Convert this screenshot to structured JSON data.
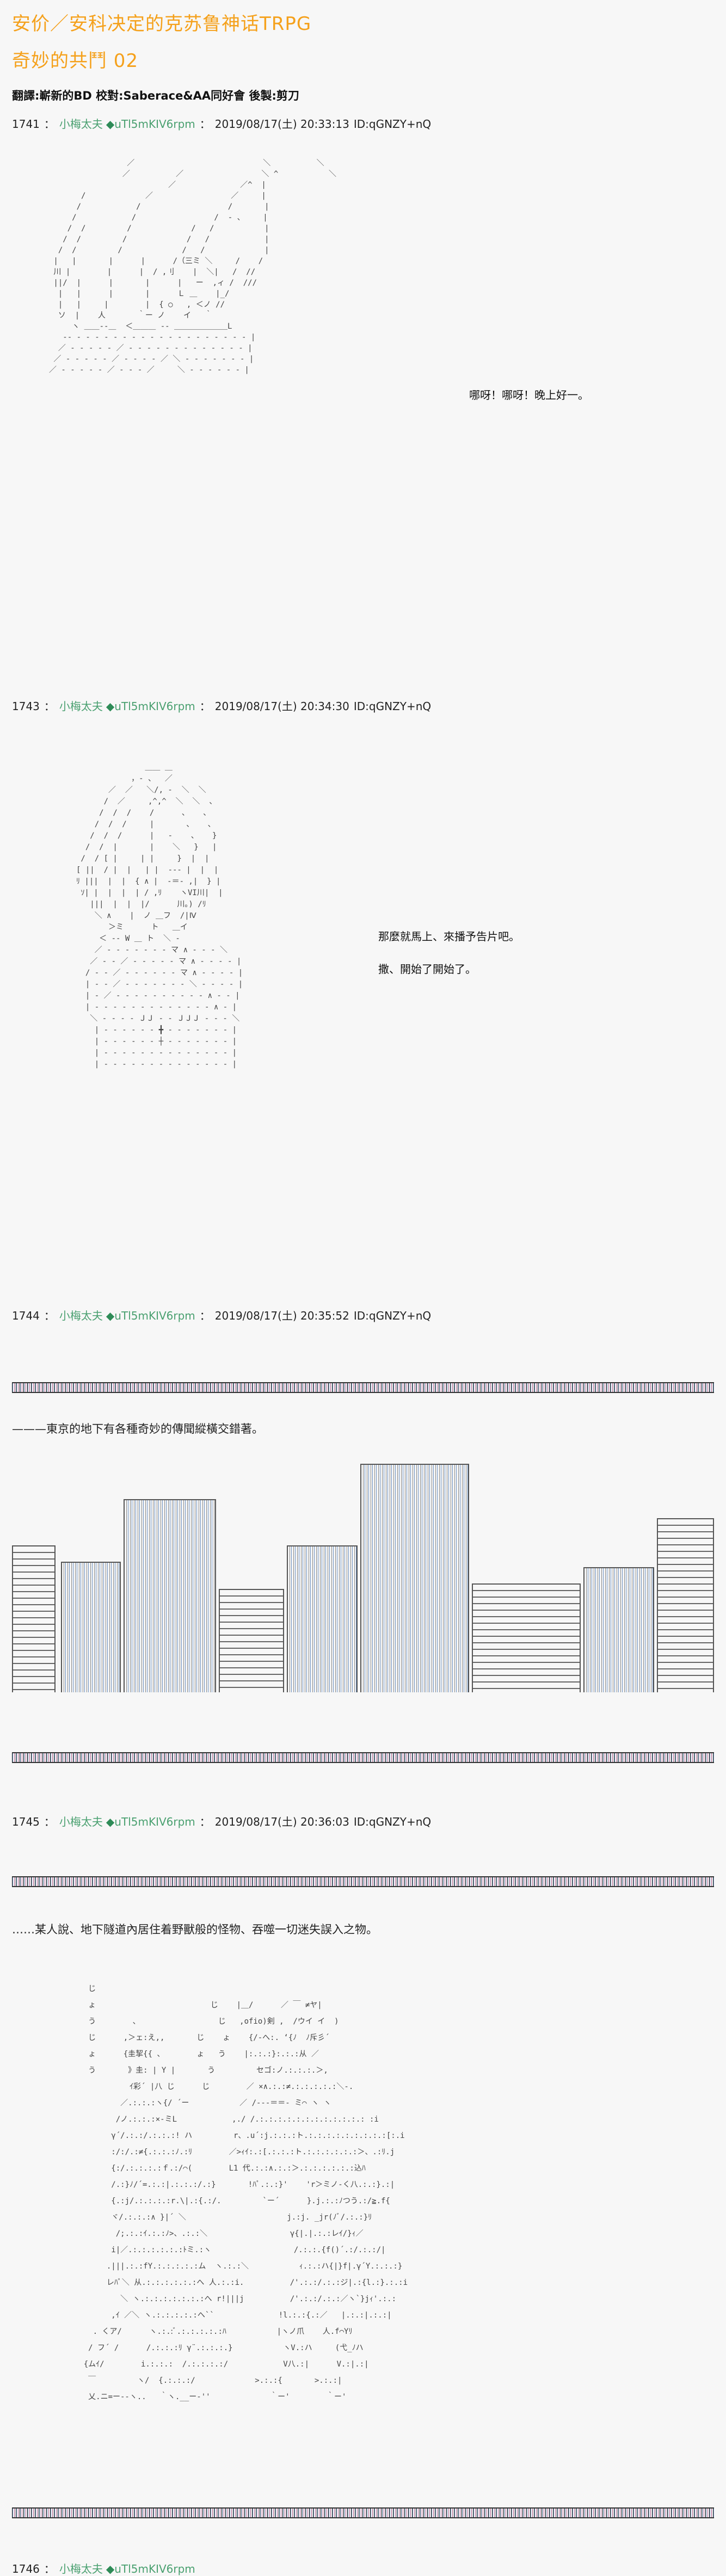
{
  "header": {
    "title_line1": "安价／安科决定的克苏鲁神话TRPG",
    "title_line2": "奇妙的共鬥 02",
    "credits": "翻譯:嶄新的BD 校對:Saberace&AA同好會 後製:剪刀"
  },
  "colors": {
    "background": "#f7f7f7",
    "title": "#f5a11c",
    "poster_name": "#4aa070",
    "trip_diamond": "#2e8b57",
    "text": "#111111"
  },
  "posts": [
    {
      "number": "1741",
      "name": "小梅太夫",
      "trip_icon": "diamond-icon",
      "trip_symbol": "◆",
      "trip": "uTl5mKIV6rpm",
      "date": "2019/08/17(土) 20:33:13",
      "id": "ID:qGNZY+nQ",
      "speech": [
        "哪呀！哪呀！晚上好一。"
      ]
    },
    {
      "number": "1743",
      "name": "小梅太夫",
      "trip_icon": "diamond-icon",
      "trip_symbol": "◆",
      "trip": "uTl5mKIV6rpm",
      "date": "2019/08/17(土) 20:34:30",
      "id": "ID:qGNZY+nQ",
      "speech": [
        "那麼就馬上、來播予告片吧。",
        "撒、開始了開始了。"
      ]
    },
    {
      "number": "1744",
      "name": "小梅太夫",
      "trip_icon": "diamond-icon",
      "trip_symbol": "◆",
      "trip": "uTl5mKIV6rpm",
      "date": "2019/08/17(土) 20:35:52",
      "id": "ID:qGNZY+nQ",
      "narration": "———東京的地下有各種奇妙的傳聞縱橫交錯著。"
    },
    {
      "number": "1745",
      "name": "小梅太夫",
      "trip_icon": "diamond-icon",
      "trip_symbol": "◆",
      "trip": "uTl5mKIV6rpm",
      "date": "2019/08/17(土) 20:36:03",
      "id": "ID:qGNZY+nQ",
      "narration": "‥‥‥某人說、地下隧道內居住着野獸般的怪物、吞噬一切迷失誤入之物。"
    }
  ],
  "ascii_art": {
    "art1": "                 ／                            ＼          ＼\n                ／          ／                 ＼ ^           ＼\n                          ／              ／^  |\n       /             ／                 ／     |\n      /            /                   /       |\n     /            /                 /  ‐ 、    |\n    /  /         /             /   /           |\n   /  /         /             /   /            |\n  /  /         /             /   /             |\n |   |       |      |      /（三ミ ＼     /    /\n 川 |        |      |  / ,刂    |  ＼|   /  //\n ||/  |      |       |      |   ー  ,ィ /  ///\n  |   |      |       |      Ｌ ＿    |_/\n  |   |     |        |  { ○   , ＜ノ //\n  ソ  |    人       ｀ー ノ    イ   ｀\n     ヽ ＿＿‐-＿  ＜＿＿＿ -‐ ＿＿＿＿＿＿＿L\n   -‐ ‐ ‐ ‐ ‐ ‐ ‐ ‐ ‐ ‐ ‐ ‐ ‐ ‐ ‐ ‐ ‐ ‐ ‐ ‐ |\n  ／ ‐ ‐ ‐ ‐ ‐ ／ ‐ ‐ ‐ ‐ ‐ ‐ ‐ ‐ ‐ ‐ ‐ ‐ ‐ |\n ／ ‐ ‐ ‐ ‐ ‐ ／ ‐ ‐ ‐ ‐ ／ ＼ ‐ ‐ ‐ ‐ ‐ ‐ ‐ |\n／ ‐ ‐ ‐ ‐ ‐ ／ ‐ ‐ ‐ ／     ＼ ‐ ‐ ‐ ‐ ‐ ‐ |",
    "art2": "               ＿＿ ＿      \n            ，- 、  ／\n       ／  ／   ＼/, -  ＼  ＼\n      /  ／     ,^,^  ＼  ＼  、\n     /  /  /    /      、   、\n    /  /  /     |       、   、\n   /  /  /      |   -    、   }\n  /  /  |       |    ＼   }   |\n /  / [ |     | |     }  |  |\n[ ||  / |  |   | |  ‐-‐ |  |  |\nﾘ |||  |  |  { ∧ |  ‐＝‐ ,|  } |\n ｿ| |  |  |  | / ,ﾘ    ヽVI川|  |\n   |||  |  |  |/      川｡) /ﾘ\n    ＼ ∧    |  ノ ＿フ  /|Ⅳ\n       ＞ミ      ト   ＿イ\n     ＜ ‐‐ W ＿ ト  ＼ ‐\n    ／ ‐ ‐ ‐ ‐ ‐ ‐ ‐ マ ∧ ‐ ‐ ‐ ＼\n   ／ ‐ ‐ ／ ‐ ‐ ‐ ‐ ‐ マ ∧ ‐ ‐ ‐ ‐ |\n  / ‐ ‐ ／ ‐ ‐ ‐ ‐ ‐ ‐ マ ∧ ‐ ‐ ‐ ‐ |\n  | ‐ ‐ ／ ‐ ‐ ‐ ‐ ‐ ‐ ‐ ＼ ‐ ‐ ‐ ‐ |\n  | ‐ ／ ‐ ‐ ‐ ‐ ‐ ‐ ‐ ‐ ‐ ‐ ∧ ‐ ‐ |\n  | ‐ ‐ ‐ ‐ ‐ ‐ ‐ ‐ ‐ ‐ ‐ ‐ ‐ ∧ ‐ |\n   ＼ ‐ ‐ ‐ ‐ ＪＪ ‐ ‐ ＪＪＪ ‐ ‐ ‐ ＼\n    | ‐ ‐ ‐ ‐ ‐ ‐ ╋ ‐ ‐ ‐ ‐ ‐ ‐ ‐ |\n    | ‐ ‐ ‐ ‐ ‐ ‐ ┼ ‐ ‐ ‐ ‐ ‐ ‐ ‐ |\n    | ‐ ‐ ‐ ‐ ‐ ‐ ‐ ‐ ‐ ‐ ‐ ‐ ‐ ‐ |\n    | ‐ ‐ ‐ ‐ ‐ ‐ ‐ ‐ ‐ ‐ ‐ ‐ ‐ ‐ |",
    "art3": "     じ\n     ょ                         じ    |＿/      ／ ￣ ≠ヤ|\n     う        、                 じ   ,ofio)剣 ,  /ウイ イ  )\n     じ      ,＞ェ:え,,       じ    ょ    {/‐へ:. ‘{ﾉ  ﾉ斥彡´\n     ょ      {圭挈{{ 、       ょ   う    |:.:.:}:.:.:从 ／\n     う       》圭: | Y |       う         セゴ:ノ.:.:.:.＞,\n              ｲ彩´ |八 じ      じ        ／ ×∧.:.:≠.:.:.:.:.:＼-.\n            ／.:.:.:ヽ{/ ´ー           ／ /‐‐‐＝＝‐ ミ⌒ ヽ ヽ\n           /ノ.:.:.:×‐ミL            ,./ /.:.:.:.:.:.:.:.:.:.:.:.: :i\n          γ´/.:.:/.:.:.:! ハ         r、.u´:j.:.:.:ト.:.:.:.:.:.:.:.:.:[:.i\n          :/:/.:≠{.:.:.:ﾉ.:ﾘ        ／>ｨｲ:.:[.:.:.:ト.:.:.:.:.:.:＞、.:ﾘ.j\n          {:/.:.:.:.:ｆ.:/⌒(        L1 代.:.:∧.:.:＞.:.:.:.:.:.:込ﾊ\n          /.:}ﾉ/´=.:.:|.:.:.:/.:}       !ﾊﾟ.:.:}'    'r＞ミノ‐く八.:.:}.:|\n          {.:j/.:.:.:.:r.\\|.:{.:/.         `ー´      }.j.:.:ﾉつう.:/≧.f{\n          ヾ/.:.:.:∧ }|´ ＼                      j.:j. _jr(ﾉﾞ/.:.:}ﾘ\n           /;.:.:ｲ.:.:ﾉ>、.:.:＼                  γ{|.|.:.:レｲ/}ｨ／\n          i|／.:.:.:.:.:.:ﾄミ.:ヽ                  /.:.:.{f()´.:/.:.:/|\n         .|||.:.:fY.:.:.:.:.:ム  ヽ.:.:＼           ｨ.:.:ハ{|}f|.γ´Y.:.:.:}\n         レﾊﾟ＼ 从.:.:.:.:.:.:へ 人.:.:i.          /'.:.:/.:.:ジ|.:{l.:}.:.:i\n            ＼ ヽ.:.:.:.:.:.:.:へ r!|||j          /'.:.:/.:.:／ヽ`}jｨ'.:.:\n          ,ｲ ／＼ ヽ.:.:.:.:.:へ``              !l.:.:{.:／   |.:.:|.:.:|\n      . くア/      ヽ.:.:ﾞ.:.:.:.:.:ﾊ           |ヽノ爪    人.f⌒Yﾘ\n     / フ´ /      /.:.:.:ﾘ γ¨.:.:.:.}           ヽV.:ハ     (弋_ﾉハ\n    {ムｲ/        i.:.:.:  /.:.:.:.:/            V八.:|      V.:|.:|\n     ￣         ヽ/  {.:.:.:/             >.:.:{       >.:.:|\n     乂.ニ=ー‐‐ヽ..   ｀ヽ.__ー‐''             ｀ー'        ｀ー'"
  },
  "last_post_header_partial": {
    "number": "1746",
    "name": "小梅太夫",
    "trip_symbol": "◆",
    "trip": "uTl5mKIV6rpm"
  }
}
